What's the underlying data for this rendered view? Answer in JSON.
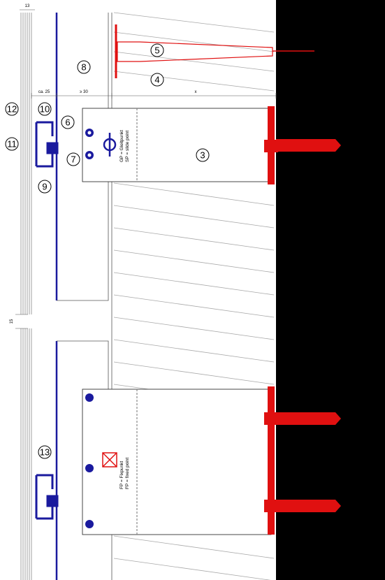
{
  "dimensions": {
    "top_width": "13",
    "gap": "15",
    "distance_ca": "ca. 25",
    "distance_min": "≥ 30",
    "distance_x": "x"
  },
  "callouts": [
    "3",
    "4",
    "5",
    "6",
    "7",
    "8",
    "9",
    "10",
    "11",
    "12",
    "13"
  ],
  "notes": {
    "slide_point_de": "GP = Gleitpunkt",
    "slide_point_en": "SP = slide point",
    "fixed_point_de": "FP = Fixpunkt",
    "fixed_point_en": "FP = fixed point"
  },
  "colors": {
    "rail": "#1a1a9e",
    "anchor": "#e01010",
    "wall": "#000000",
    "insulation": "#b0b0b0"
  }
}
